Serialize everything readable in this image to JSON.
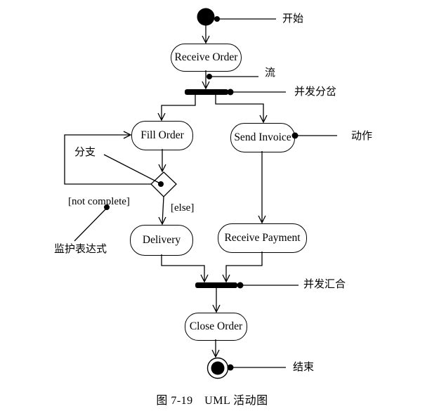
{
  "figure": {
    "caption": "图 7-19　UML 活动图"
  },
  "nodes": {
    "receive_order": "Receive Order",
    "fill_order": "Fill Order",
    "send_invoice": "Send Invoice",
    "delivery": "Delivery",
    "receive_payment": "Receive Payment",
    "close_order": "Close Order"
  },
  "guards": {
    "not_complete": "[not complete]",
    "else_guard": "[else]"
  },
  "callouts": {
    "start": "开始",
    "flow": "流",
    "fork": "并发分岔",
    "action": "动作",
    "branch": "分支",
    "guard_expression": "监护表达式",
    "join": "并发汇合",
    "end": "结束"
  },
  "colors": {
    "ink": "#000000",
    "background": "#ffffff"
  }
}
